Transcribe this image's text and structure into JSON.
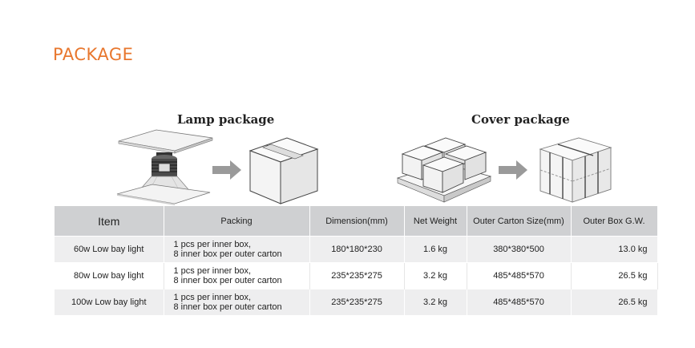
{
  "page": {
    "title": "PACKAGE"
  },
  "sections": {
    "lamp": {
      "heading": "Lamp package"
    },
    "cover": {
      "heading": "Cover package"
    }
  },
  "table": {
    "headers": [
      "Item",
      "Packing",
      "Dimension(mm)",
      "Net Weight",
      "Outer Carton Size(mm)",
      "Outer Box G.W."
    ],
    "rows": [
      {
        "item": "60w Low bay light",
        "packing_line1": "1 pcs per inner box,",
        "packing_line2": "8 inner box per outer carton",
        "dimension": "180*180*230",
        "net_weight": "1.6 kg",
        "outer_carton": "380*380*500",
        "gross_weight": "13.0 kg"
      },
      {
        "item": "80w Low bay light",
        "packing_line1": "1 pcs per inner box,",
        "packing_line2": "8 inner box per outer carton",
        "dimension": "235*235*275",
        "net_weight": "3.2 kg",
        "outer_carton": "485*485*570",
        "gross_weight": "26.5 kg"
      },
      {
        "item": "100w Low bay light",
        "packing_line1": "1 pcs per inner box,",
        "packing_line2": "8 inner box per outer carton",
        "dimension": "235*235*275",
        "net_weight": "3.2 kg",
        "outer_carton": "485*485*570",
        "gross_weight": "26.5 kg"
      }
    ]
  },
  "colors": {
    "title": "#e8772e",
    "header_bg": "#cfd0d2",
    "row_alt_bg": "#eeeeef"
  },
  "icons": [
    "lamp-illustration",
    "arrow-right-icon",
    "box-icon",
    "stacked-boxes-icon",
    "taped-carton-icon"
  ]
}
